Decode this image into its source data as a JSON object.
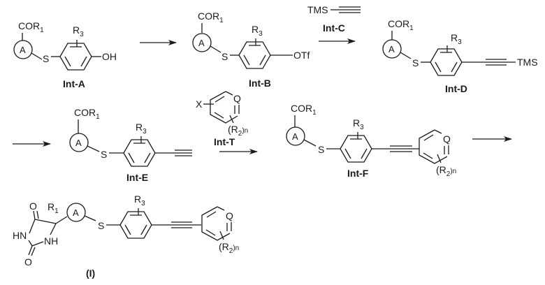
{
  "scheme": {
    "title": "Synthetic route to compound (I)",
    "compounds": [
      {
        "id": "Int-A",
        "label": "Int-A",
        "ring": "A",
        "top_group": "COR",
        "top_sub": "1",
        "ring_sub": "R",
        "ring_sub_n": "3",
        "terminal": "OH"
      },
      {
        "id": "Int-B",
        "label": "Int-B",
        "ring": "A",
        "top_group": "COR",
        "top_sub": "1",
        "ring_sub": "R",
        "ring_sub_n": "3",
        "terminal": "OTf"
      },
      {
        "id": "Int-D",
        "label": "Int-D",
        "ring": "A",
        "top_group": "COR",
        "top_sub": "1",
        "ring_sub": "R",
        "ring_sub_n": "3",
        "terminal": "TMS"
      },
      {
        "id": "Int-E",
        "label": "Int-E",
        "ring": "A",
        "top_group": "COR",
        "top_sub": "1",
        "ring_sub": "R",
        "ring_sub_n": "3",
        "terminal": ""
      },
      {
        "id": "Int-F",
        "label": "Int-F",
        "ring": "A",
        "top_group": "COR",
        "top_sub": "1",
        "ring_sub": "R",
        "ring_sub_n": "3",
        "hetero": "Q",
        "r2": "(R",
        "r2_sub": "2",
        "r2_n": ")n"
      },
      {
        "id": "I",
        "label": "(I)",
        "ring": "A",
        "r1": "R",
        "r1_sub": "1",
        "hn": "HN",
        "nh": "NH",
        "o": "O",
        "ring_sub": "R",
        "ring_sub_n": "3",
        "hetero": "Q",
        "r2": "(R",
        "r2_sub": "2",
        "r2_n": ")n"
      }
    ],
    "reagents": {
      "int_c": {
        "text": "TMS",
        "label": "Int-C"
      },
      "int_t": {
        "x": "X",
        "hetero": "Q",
        "r2": "(R",
        "r2_sub": "2",
        "r2_n": ")n",
        "label": "Int-T"
      }
    },
    "sulfur": "S"
  }
}
